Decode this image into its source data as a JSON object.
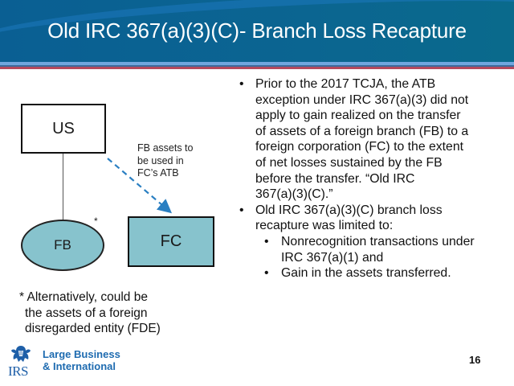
{
  "slide": {
    "title": "Old IRC 367(a)(3)(C)- Branch Loss Recapture",
    "page_number": "16",
    "colors": {
      "header_blue": "#0b6591",
      "stripe_light_blue": "#6fa6de",
      "stripe_red": "#b5495e",
      "entity_fill": "#87c3cd",
      "arrow_blue": "#2a7fc2",
      "logo_blue": "#1e6bb0"
    }
  },
  "diagram": {
    "us_label": "US",
    "fb_label": "FB",
    "fc_label": "FC",
    "fb_asterisk": "*",
    "arrow_label_lines": [
      "FB assets to",
      "be used in",
      "FC’s  ATB"
    ]
  },
  "bullets": [
    {
      "text": "Prior to the 2017 TCJA, the ATB exception under IRC 367(a)(3) did not apply to gain realized on the transfer of assets of a foreign branch (FB) to a foreign corporation (FC) to the extent of net losses sustained by the FB before the transfer. “Old IRC 367(a)(3)(C).”",
      "lines": [
        "Prior to the 2017 TCJA, the ATB",
        "exception under IRC 367(a)(3) did not",
        "apply to gain realized on the transfer",
        "of assets of a foreign branch (FB) to a",
        "foreign corporation (FC) to the extent",
        "of net losses sustained by the FB",
        "before the transfer. “Old IRC",
        "367(a)(3)(C).”"
      ]
    },
    {
      "text": "Old IRC 367(a)(3)(C) branch loss recapture was limited to:",
      "lines": [
        "Old IRC 367(a)(3)(C) branch loss",
        "recapture was limited to:"
      ],
      "sub_bullets": [
        {
          "lines": [
            "Nonrecognition transactions under",
            "IRC 367(a)(1) and"
          ]
        },
        {
          "lines": [
            "Gain in the assets transferred."
          ]
        }
      ]
    }
  ],
  "bullet_glyph": "•",
  "footnote_lines": [
    "* Alternatively, could be",
    "the assets of a foreign",
    "disregarded entity (FDE)"
  ],
  "logo": {
    "agency": "IRS",
    "division_line1": "Large Business",
    "division_line2": "& International",
    "icon": "irs-eagle-icon"
  }
}
